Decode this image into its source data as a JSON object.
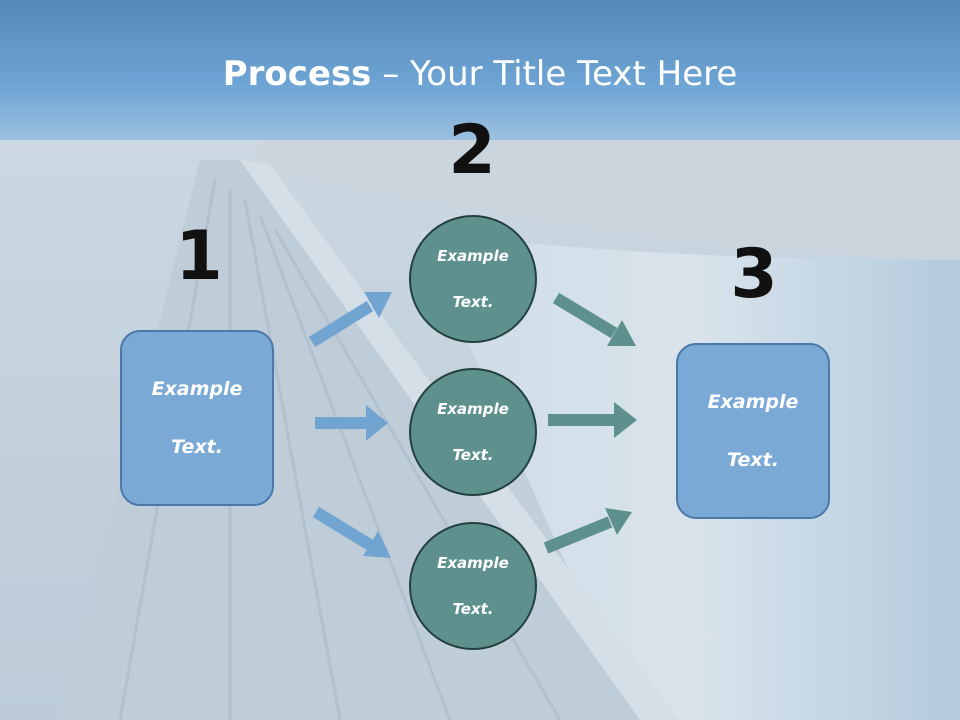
{
  "title": {
    "bold": "Process",
    "rest": " – Your Title Text Here"
  },
  "step_numbers": [
    "1",
    "2",
    "3"
  ],
  "left_box": {
    "line1": "Example",
    "line2": "Text."
  },
  "circles": [
    {
      "line1": "Example",
      "line2": "Text."
    },
    {
      "line1": "Example",
      "line2": "Text."
    },
    {
      "line1": "Example",
      "line2": "Text."
    }
  ],
  "right_box": {
    "line1": "Example",
    "line2": "Text."
  },
  "colors": {
    "box_fill": "#7aa9d6",
    "circle_fill": "#5e918e",
    "left_arrows": "#72a4d2",
    "right_arrows": "#5e918e",
    "title_band": "#4d86bf"
  }
}
